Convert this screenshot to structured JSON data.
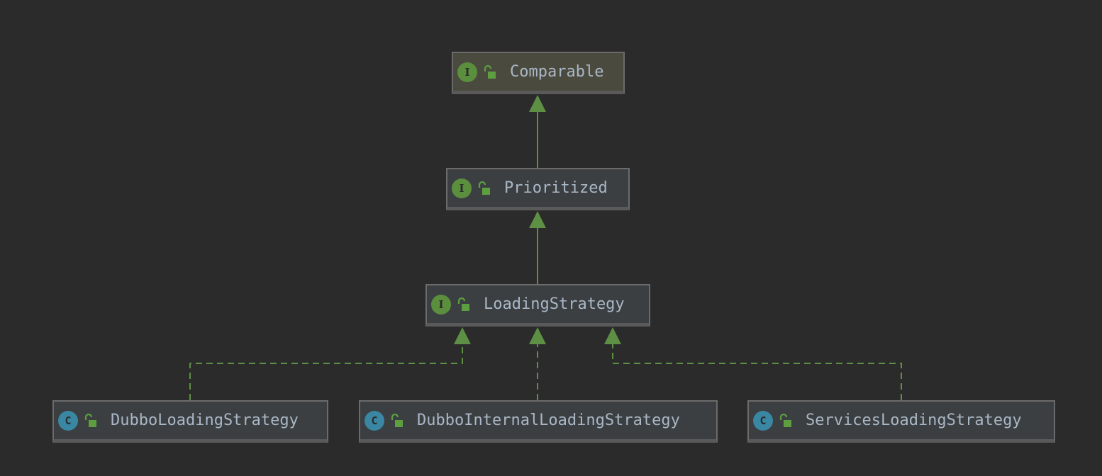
{
  "colors": {
    "background": "#2b2b2b",
    "edge": "#5d8f44",
    "interface_badge": "#5b8f3e",
    "class_badge": "#3a87a3",
    "text": "#a9b7c6"
  },
  "nodes": {
    "comparable": {
      "label": "Comparable",
      "kind": "I"
    },
    "prioritized": {
      "label": "Prioritized",
      "kind": "I"
    },
    "loading_strategy": {
      "label": "LoadingStrategy",
      "kind": "I"
    },
    "dubbo_loading_strategy": {
      "label": "DubboLoadingStrategy",
      "kind": "C"
    },
    "dubbo_internal_loading_strategy": {
      "label": "DubboInternalLoadingStrategy",
      "kind": "C"
    },
    "services_loading_strategy": {
      "label": "ServicesLoadingStrategy",
      "kind": "C"
    }
  },
  "edges": [
    {
      "from": "Prioritized",
      "to": "Comparable",
      "type": "extends"
    },
    {
      "from": "LoadingStrategy",
      "to": "Prioritized",
      "type": "extends"
    },
    {
      "from": "DubboLoadingStrategy",
      "to": "LoadingStrategy",
      "type": "implements"
    },
    {
      "from": "DubboInternalLoadingStrategy",
      "to": "LoadingStrategy",
      "type": "implements"
    },
    {
      "from": "ServicesLoadingStrategy",
      "to": "LoadingStrategy",
      "type": "implements"
    }
  ]
}
